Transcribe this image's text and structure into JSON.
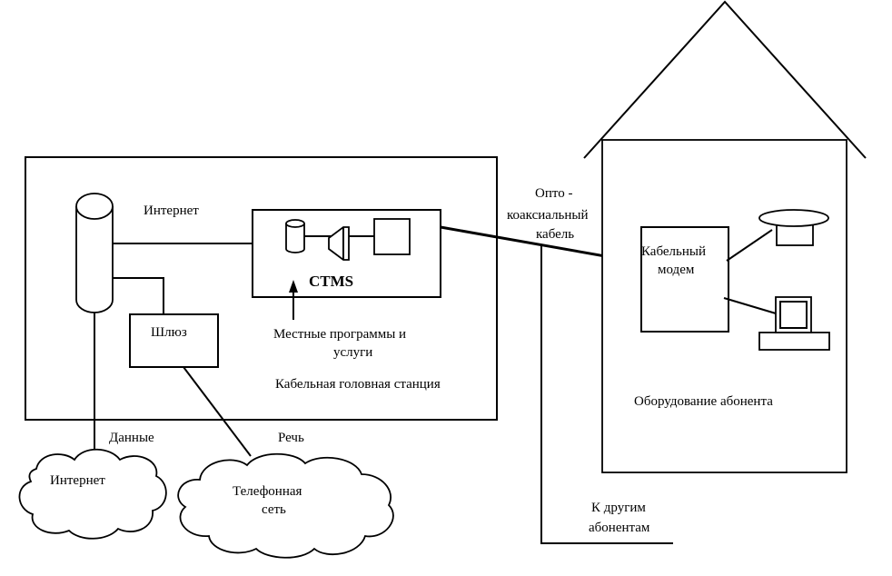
{
  "labels": {
    "internet_top": "Интернет",
    "ctms": "CTMS",
    "gateway": "Шлюз",
    "local_programs_line1": "Местные программы и",
    "local_programs_line2": "услуги",
    "headend": "Кабельная  головная станция",
    "data": "Данные",
    "speech": "Речь",
    "cloud_internet": "Интернет",
    "cloud_phone_line1": "Телефонная",
    "cloud_phone_line2": "сеть",
    "cable_line1": "Опто -",
    "cable_line2": "коаксиальный",
    "cable_line3": "кабель",
    "modem_line1": "Кабельный",
    "modem_line2": "модем",
    "subscriber_equipment": "Оборудование абонента",
    "other_subscribers_line1": "К другим",
    "other_subscribers_line2": "абонентам"
  },
  "icons": {
    "server": "cylinder-icon",
    "database": "database-icon",
    "modulator": "funnel-icon",
    "terminal": "box-icon",
    "phone": "telephone-icon",
    "computer": "computer-icon"
  }
}
